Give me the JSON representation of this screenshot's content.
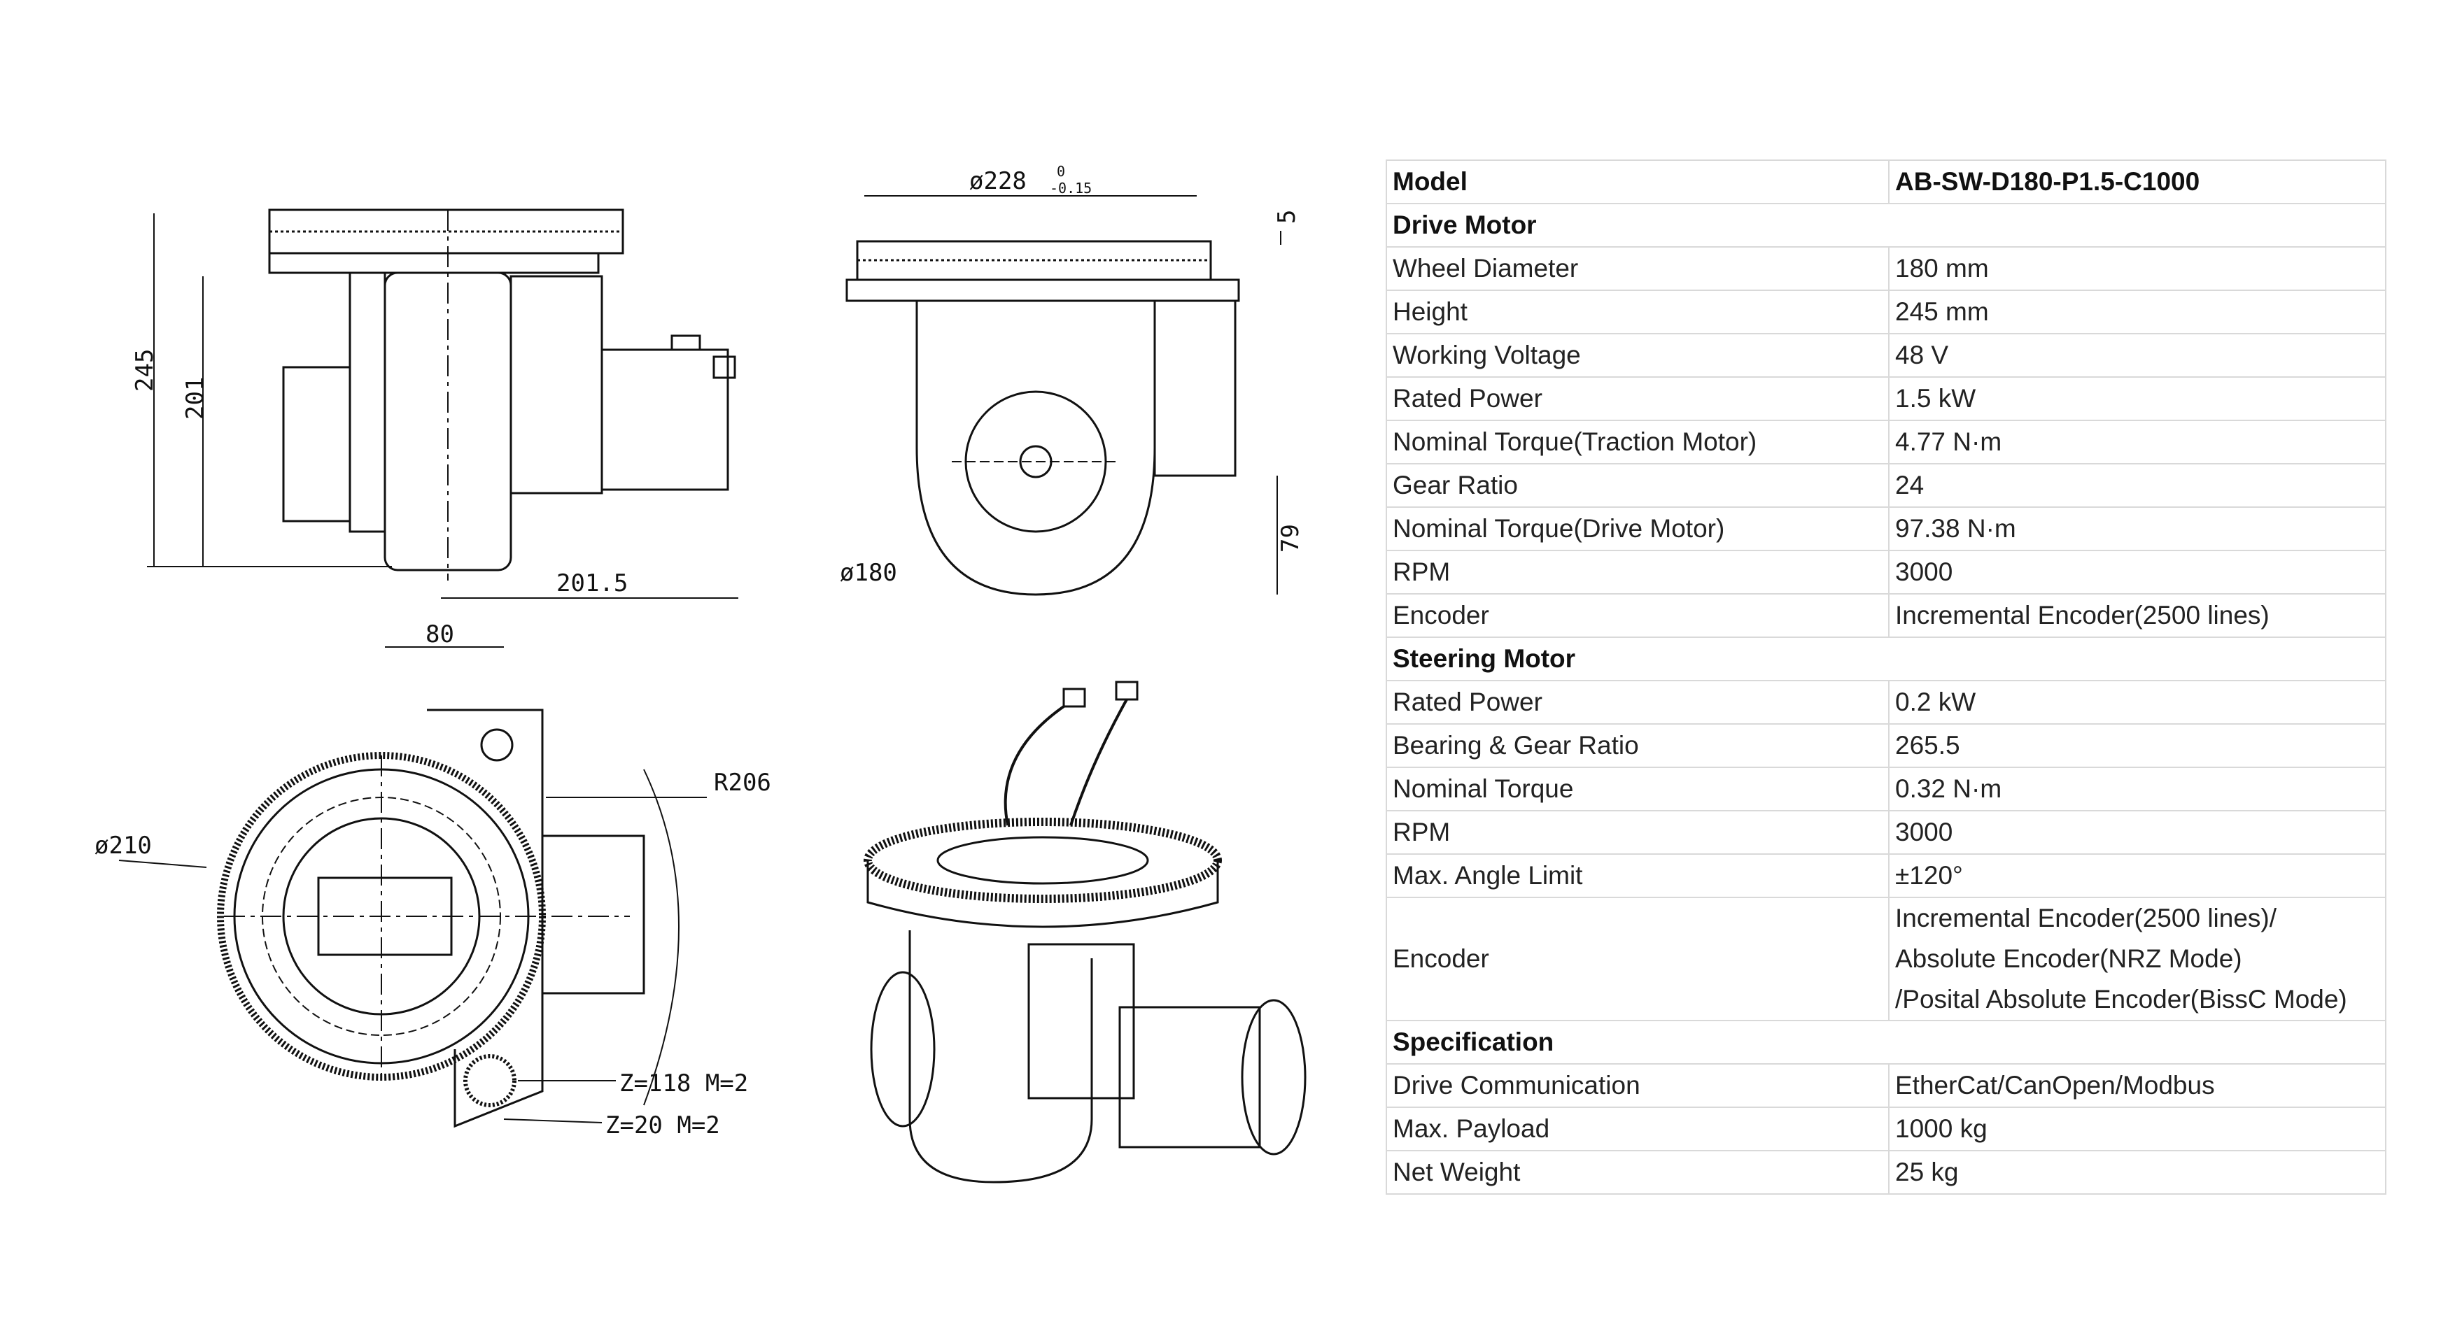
{
  "drawings": {
    "side_view": {
      "height_total": "245",
      "height_body": "201",
      "width_offset": "201.5",
      "wheel_width": "80"
    },
    "front_view": {
      "ring_diameter": "ø228",
      "ring_tol_upper": "0",
      "ring_tol_lower": "-0.15",
      "ring_thickness": "5",
      "wheel_diameter": "ø180",
      "axle_height": "79"
    },
    "top_view": {
      "mount_diameter": "ø210",
      "radius": "R206",
      "ring_gear": "Z=118  M=2",
      "pinion_gear": "Z=20  M=2"
    }
  },
  "table": {
    "header": {
      "label": "Model",
      "value": "AB-SW-D180-P1.5-C1000"
    },
    "drive_motor": {
      "title": "Drive Motor",
      "rows": [
        {
          "label": "Wheel Diameter",
          "value": "180 mm"
        },
        {
          "label": "Height",
          "value": "245 mm"
        },
        {
          "label": "Working Voltage",
          "value": "48 V"
        },
        {
          "label": "Rated Power",
          "value": "1.5 kW"
        },
        {
          "label": "Nominal Torque(Traction Motor)",
          "value": "4.77 N·m"
        },
        {
          "label": "Gear Ratio",
          "value": "24"
        },
        {
          "label": "Nominal Torque(Drive Motor)",
          "value": "97.38 N·m"
        },
        {
          "label": "RPM",
          "value": "3000"
        },
        {
          "label": "Encoder",
          "value": "Incremental Encoder(2500 lines)"
        }
      ]
    },
    "steering_motor": {
      "title": "Steering Motor",
      "rows": [
        {
          "label": "Rated Power",
          "value": "0.2 kW"
        },
        {
          "label": "Bearing & Gear Ratio",
          "value": "265.5"
        },
        {
          "label": "Nominal Torque",
          "value": "0.32 N·m"
        },
        {
          "label": "RPM",
          "value": "3000"
        },
        {
          "label": "Max. Angle Limit",
          "value": "±120°"
        }
      ],
      "encoder": {
        "label": "Encoder",
        "lines": [
          "Incremental Encoder(2500 lines)/",
          "Absolute Encoder(NRZ Mode)",
          "/Posital Absolute Encoder(BissC Mode)"
        ]
      }
    },
    "specification": {
      "title": "Specification",
      "rows": [
        {
          "label": "Drive Communication",
          "value": "EtherCat/CanOpen/Modbus"
        },
        {
          "label": "Max. Payload",
          "value": "1000 kg"
        },
        {
          "label": "Net Weight",
          "value": "25 kg"
        }
      ]
    }
  }
}
